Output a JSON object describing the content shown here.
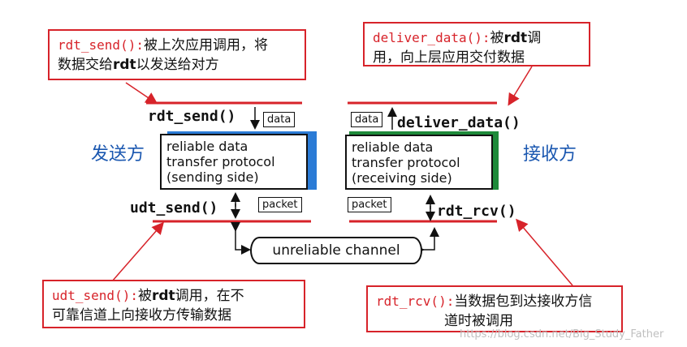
{
  "callouts": {
    "rdt_send": {
      "fname": "rdt_send():",
      "text1": "被上次应用调用，将",
      "text2a": "数据交给",
      "text2b": "rdt",
      "text2c": "以发送给对方"
    },
    "deliver_data": {
      "fname": "deliver_data():",
      "text1a": "被",
      "text1b": "rdt",
      "text1c": "调",
      "text2": "用，向上层应用交付数据"
    },
    "udt_send": {
      "fname": "udt_send():",
      "text1a": "被",
      "text1b": "rdt",
      "text1c": "调用，在不",
      "text2": "可靠信道上向接收方传输数据"
    },
    "rdt_rcv": {
      "fname": "rdt_rcv():",
      "text1": "当数据包到达接收方信",
      "text2": "道时被调用"
    }
  },
  "sender": {
    "label": "发送方",
    "call_top": "rdt_send()",
    "call_bottom": "udt_send()",
    "tag_top": "data",
    "tag_bottom": "packet",
    "box_lines": [
      "reliable data",
      "transfer protocol",
      "(sending side)"
    ],
    "accent": "#2a7bd6"
  },
  "receiver": {
    "label": "接收方",
    "call_top": "deliver_data()",
    "call_bottom": "rdt_rcv()",
    "tag_top": "data",
    "tag_bottom": "packet",
    "box_lines": [
      "reliable data",
      "transfer protocol",
      "(receiving side)"
    ],
    "accent": "#1e8a3a"
  },
  "channel": {
    "label": "unreliable channel"
  },
  "watermark": "https://blog.csdn.net/Big_Study_Father",
  "colors": {
    "red": "#d7232a",
    "blue_text": "#1a57b0"
  }
}
